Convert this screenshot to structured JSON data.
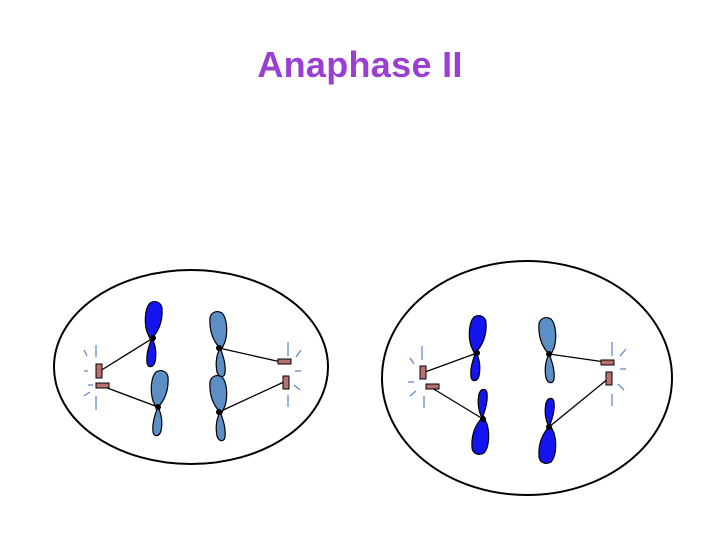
{
  "slide": {
    "title": "Anaphase II",
    "title_color": "#9B3FD3"
  },
  "colors": {
    "chromatid_dark": "#1414F0",
    "chromatid_light": "#5B8FC6",
    "centrosome": "#B87070",
    "aster_rays": "#6688CC",
    "outline": "#000000",
    "background": "#FFFFFF"
  },
  "icons": {
    "cell": "ellipse",
    "chromatid": "chromatid-shape",
    "centrosome": "centrosome-rect",
    "aster": "aster-rays"
  }
}
